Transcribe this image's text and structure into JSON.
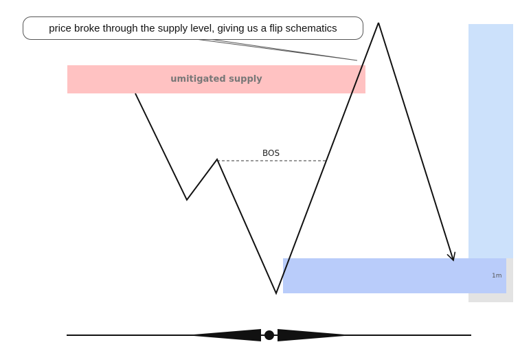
{
  "callout": {
    "text": "price broke through the supply level, giving us a flip schematics"
  },
  "zones": {
    "supply_label": "umitigated supply",
    "timeframe_label": "1m"
  },
  "annotations": {
    "bos_label": "BOS"
  },
  "colors": {
    "supply_zone": "#ffc2c2",
    "demand_zone": "#b9ccfa",
    "tall_zone": "#cce1fb",
    "gray_zone": "#e3e3e3",
    "price_line": "#111111"
  }
}
